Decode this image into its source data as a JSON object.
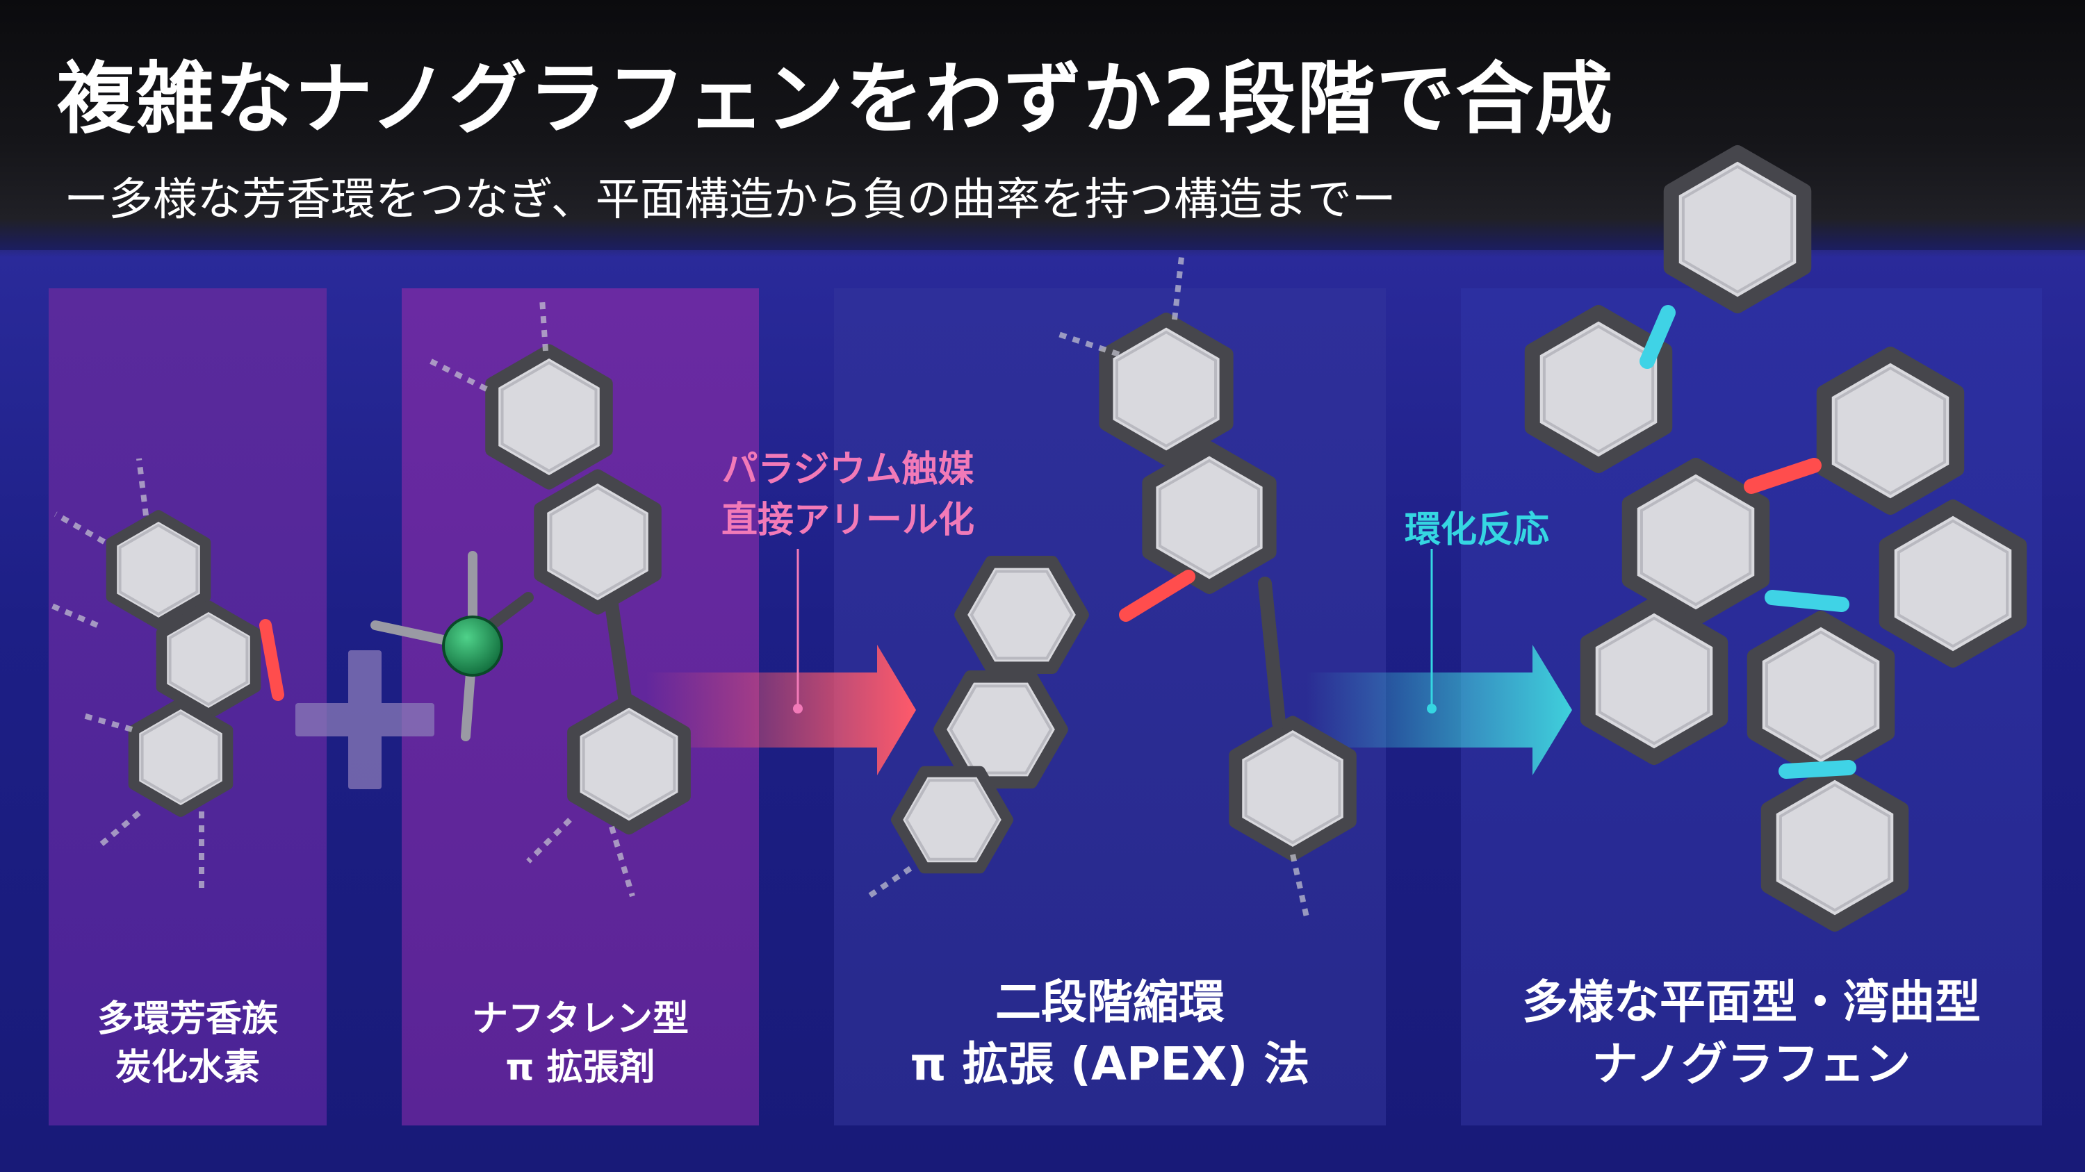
{
  "title": "複雑なナノグラフェンをわずか2段階で合成",
  "subtitle": "ー多様な芳香環をつなぎ、平面構造から負の曲率を持つ構造までー",
  "steps": {
    "pd_label_line1": "パラジウム触媒",
    "pd_label_line2": "直接アリール化",
    "ring_label": "環化反応"
  },
  "panels": {
    "pah": {
      "line1": "多環芳香族",
      "line2": "炭化水素"
    },
    "naph": {
      "line1": "ナフタレン型",
      "line2": "π 拡張剤"
    },
    "apex": {
      "line1": "二段階縮環",
      "line2": "π 拡張 (APEX) 法"
    },
    "nano": {
      "line1": "多様な平面型・湾曲型",
      "line2": "ナノグラフェン"
    }
  },
  "colors": {
    "new_bond_step1": "#ff4d4d",
    "new_bond_step2": "#3fd3e6",
    "si_atom": "#1f9a5a",
    "arrow1": "#ff5a6a",
    "arrow2": "#3fd0dc"
  }
}
